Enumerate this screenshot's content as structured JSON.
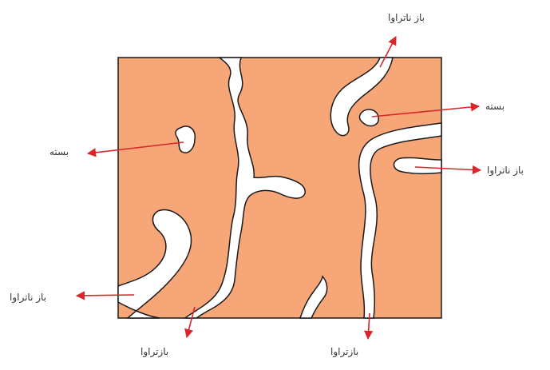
{
  "colors": {
    "material_fill": "#f7a777",
    "outline": "#1a1a1a",
    "pore_fill": "#ffffff",
    "arrow": "#d8262b"
  },
  "labels": {
    "open_top_right": "باز ناتراوا",
    "closed_right": "بسته",
    "open_right": "باز ناتراوا",
    "closed_left": "بسته",
    "open_left": "باز ناتراوا",
    "through_bottom_left": "بازتراوا",
    "through_bottom_right": "بازتراوا"
  }
}
